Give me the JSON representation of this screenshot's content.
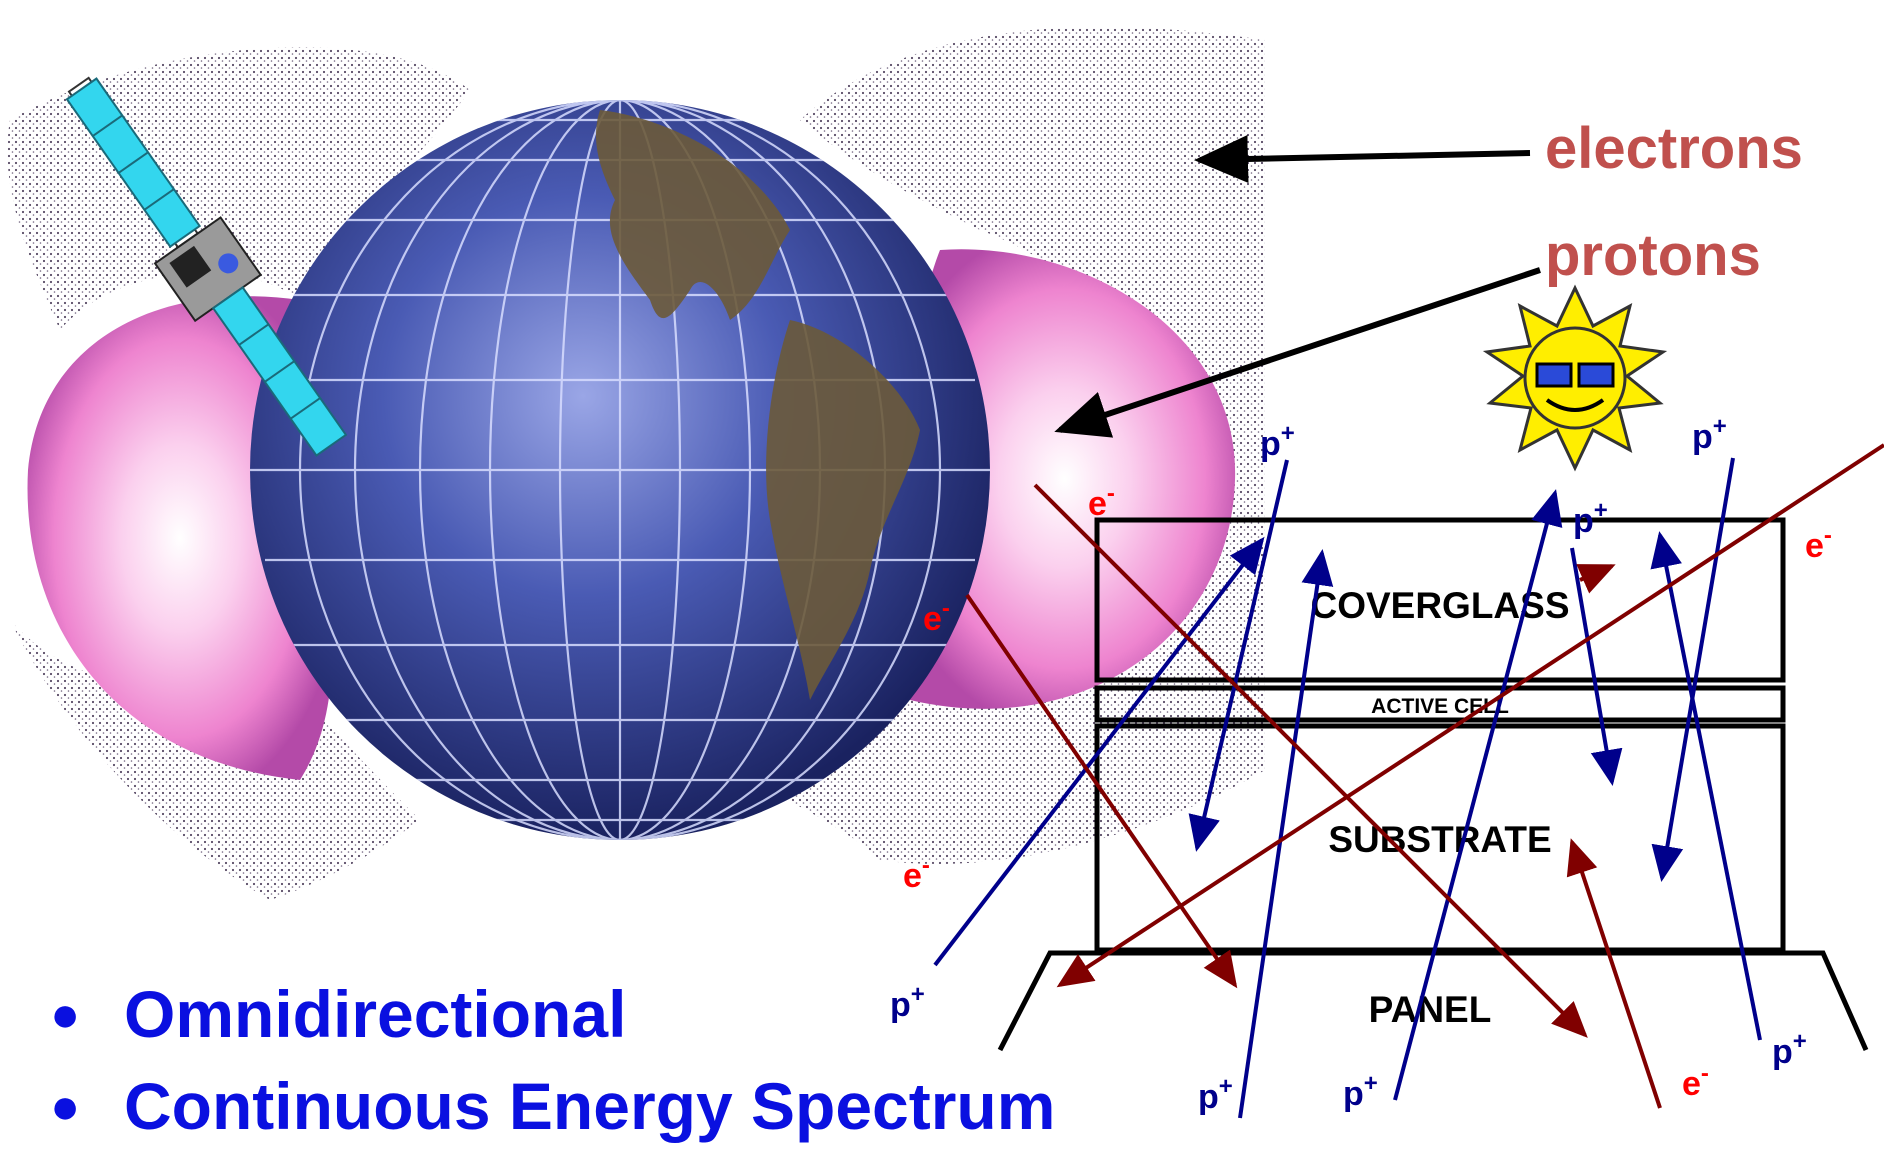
{
  "labels": {
    "electrons": "electrons",
    "protons": "protons",
    "coverglass": "COVERGLASS",
    "active_cell": "ACTIVE CELL",
    "substrate": "SUBSTRATE",
    "panel": "PANEL",
    "proton_symbol": "p",
    "electron_symbol": "e",
    "plus": "+",
    "minus": "-"
  },
  "bullets": [
    "Omnidirectional",
    "Continuous Energy Spectrum"
  ],
  "colors": {
    "bullet_text": "#0a10e0",
    "title_labels": "#c0504d",
    "proton_arrows": "#00008b",
    "electron_arrows": "#800000",
    "electron_labels": "#ff0000",
    "belt_pink": "#f5a0d8",
    "earth_blue": "#3a4aa0",
    "sun_yellow": "#ffee00"
  },
  "icons": [
    "satellite-icon",
    "sun-icon",
    "earth-globe"
  ]
}
